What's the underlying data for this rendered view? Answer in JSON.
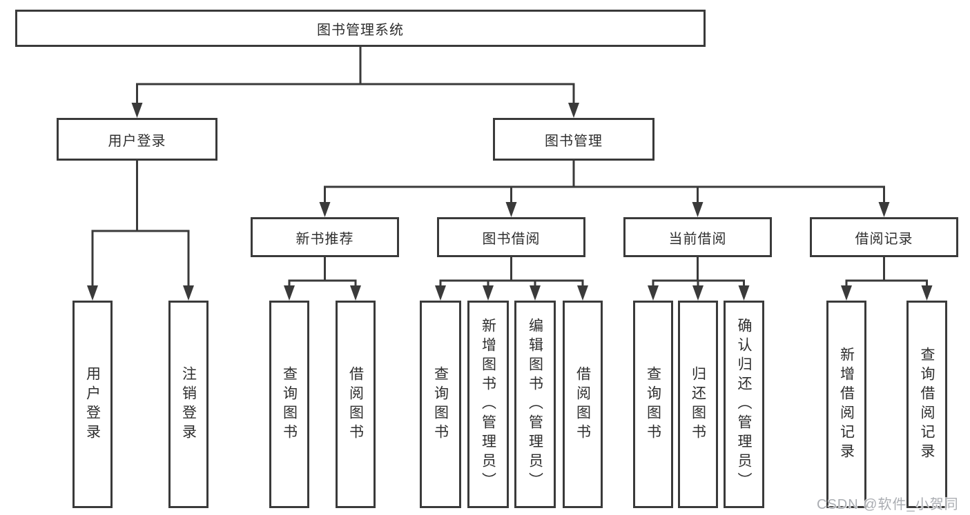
{
  "diagram": {
    "root": {
      "label": "图书管理系统"
    },
    "branches": [
      {
        "label": "用户登录",
        "children": [
          {
            "label": "用户登录"
          },
          {
            "label": "注销登录"
          }
        ]
      },
      {
        "label": "图书管理",
        "groups": [
          {
            "label": "新书推荐",
            "children": [
              {
                "label": "查询图书"
              },
              {
                "label": "借阅图书"
              }
            ]
          },
          {
            "label": "图书借阅",
            "children": [
              {
                "label": "查询图书"
              },
              {
                "label": "新增图书（管理员）"
              },
              {
                "label": "编辑图书（管理员）"
              },
              {
                "label": "借阅图书"
              }
            ]
          },
          {
            "label": "当前借阅",
            "children": [
              {
                "label": "查询图书"
              },
              {
                "label": "归还图书"
              },
              {
                "label": "确认归还（管理员）"
              }
            ]
          },
          {
            "label": "借阅记录",
            "children": [
              {
                "label": "新增借阅记录"
              },
              {
                "label": "查询借阅记录"
              }
            ]
          }
        ]
      }
    ]
  },
  "watermark": {
    "text": "CSDN @软件_小贺同学"
  },
  "colors": {
    "line": "#3a3a3a",
    "text": "#2e2e2e",
    "watermark": "#aaadb2",
    "background": "#ffffff"
  }
}
